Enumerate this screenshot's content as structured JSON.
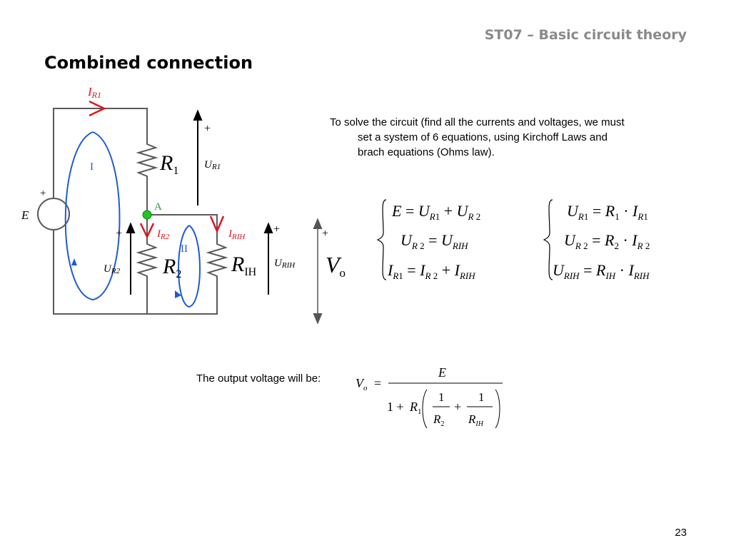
{
  "header": "ST07 – Basic circuit theory",
  "title": "Combined connection",
  "description": {
    "line1": "To solve the circuit (find all the currents and voltages, we must",
    "line2": "set a system of 6 equations, using Kirchoff Laws and",
    "line3": "brach equations (Ohms law)."
  },
  "output_label": "The output voltage will be:",
  "page_number": "23",
  "circuit": {
    "current_r1": "I",
    "current_r1_sub": "R1",
    "current_r2": "I",
    "current_r2_sub": "R2",
    "current_rih": "I",
    "current_rih_sub": "RIH",
    "voltage_r1": "U",
    "voltage_r1_sub": "R1",
    "voltage_r2": "U",
    "voltage_r2_sub": "R2",
    "voltage_rih": "U",
    "voltage_rih_sub": "RIH",
    "source": "E",
    "node": "A",
    "loop1": "I",
    "loop2": "II",
    "r1": "R",
    "r1_sub": "1",
    "r2": "R",
    "r2_sub": "2",
    "rih": "R",
    "rih_sub": "IH",
    "vo": "V",
    "vo_sub": "o",
    "plus": "+"
  },
  "colors": {
    "wire": "#5a5a5a",
    "current": "#e0141e",
    "loop": "#1f5bd6",
    "node": "#22c422",
    "node_label": "#2e9e2e"
  }
}
